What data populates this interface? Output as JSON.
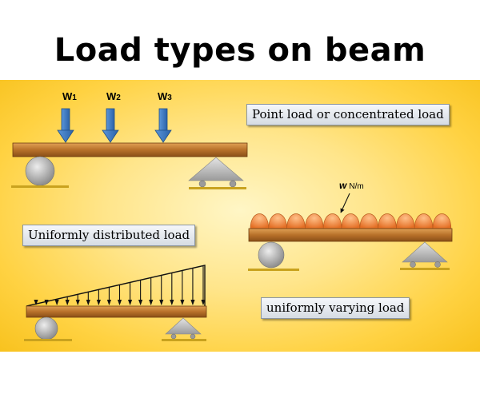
{
  "title": "Load types on beam",
  "point_load": {
    "label": "Point load or concentrated load",
    "loads": [
      "W",
      "W",
      "W"
    ],
    "subscripts": [
      "1",
      "2",
      "3"
    ]
  },
  "udl": {
    "label": "Uniformly distributed load",
    "intensity_symbol": "w",
    "intensity_unit": "N/m"
  },
  "uvl": {
    "label": "uniformly varying load"
  },
  "colors": {
    "background": "#ffd84f",
    "arrow_blue": "#2f73c0",
    "beam_wood": "#c77d2e",
    "udl_bumps": "#f08a3a",
    "support_grey": "#a9a9a9",
    "ground_line": "#c9a21e"
  }
}
